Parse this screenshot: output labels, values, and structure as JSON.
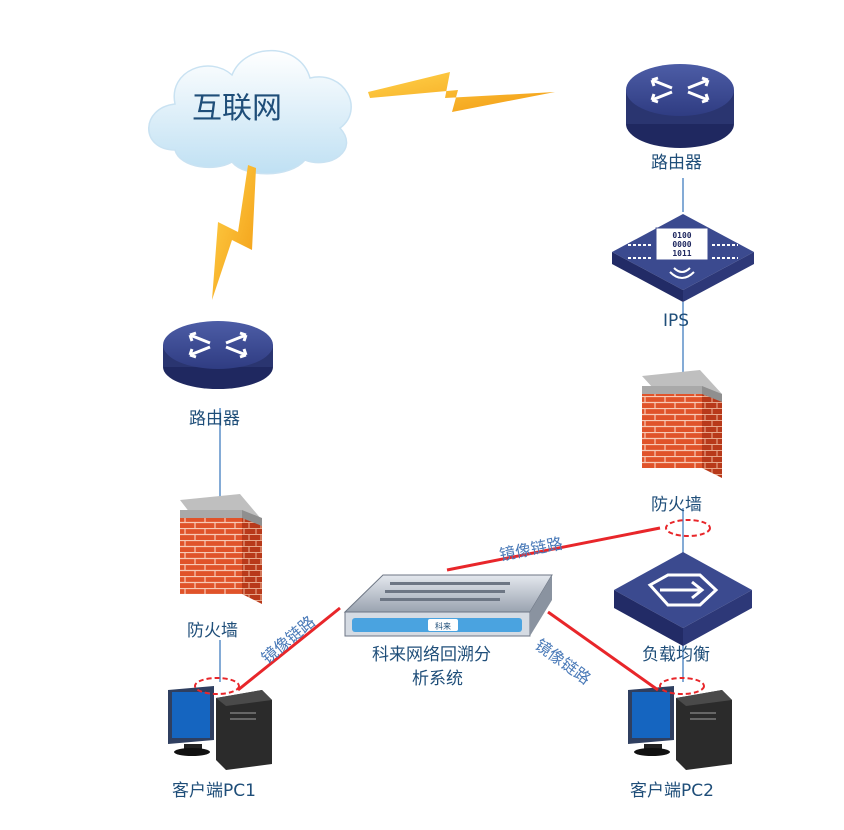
{
  "cloud": {
    "label": "互联网"
  },
  "left": {
    "router_label": "路由器",
    "firewall_label": "防火墙",
    "client_label": "客户端PC1"
  },
  "right": {
    "router_label": "路由器",
    "ips_label": "IPS",
    "ips_screen_lines": [
      "0100",
      "0000",
      "1011"
    ],
    "firewall_label": "防火墙",
    "load_balancer_label": "负载均衡",
    "client_label": "客户端PC2"
  },
  "center": {
    "server_label_line1": "科来网络回溯分",
    "server_label_line2": "析系统",
    "server_badge": "科来"
  },
  "mirror_links": {
    "left": "镜像链路",
    "top_right": "镜像链路",
    "bottom_right": "镜像链路"
  },
  "colors": {
    "device_blue": "#3b4a8f",
    "device_dark": "#2a3570",
    "brick": "#e0532a",
    "mirror_line": "#e8262a",
    "lightning": "#f5a623",
    "link_line": "#5a8fc8",
    "label_text": "#1f4e79"
  }
}
